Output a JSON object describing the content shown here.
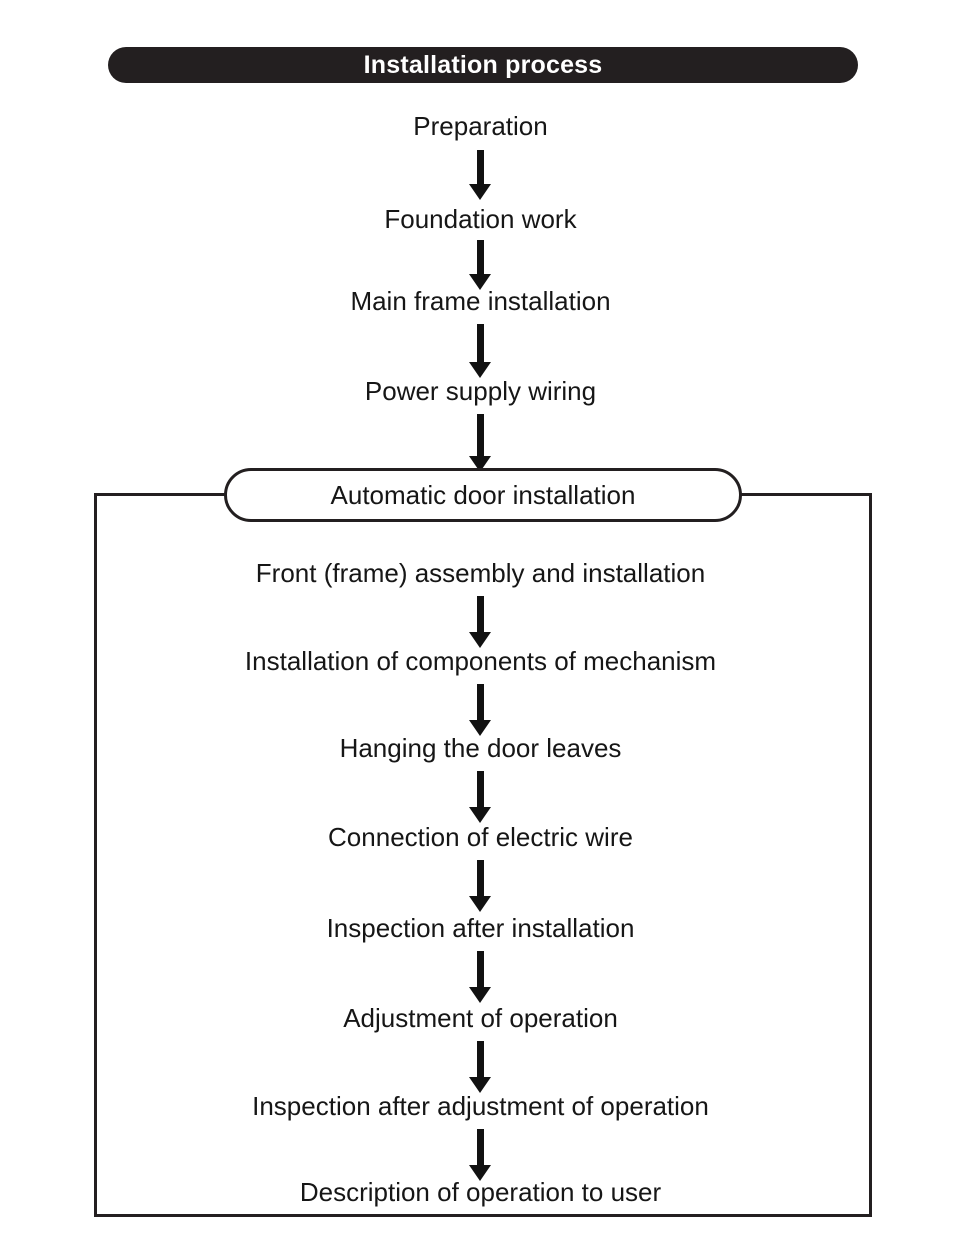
{
  "title": {
    "label": "Installation process"
  },
  "flow": {
    "outer_steps": [
      {
        "label": "Preparation"
      },
      {
        "label": "Foundation work"
      },
      {
        "label": "Main frame installation"
      },
      {
        "label": "Power supply wiring"
      }
    ],
    "group_terminator": {
      "label": "Automatic door installation"
    },
    "inner_steps": [
      {
        "label": "Front (frame) assembly and installation"
      },
      {
        "label": "Installation of components of mechanism"
      },
      {
        "label": "Hanging the door leaves"
      },
      {
        "label": "Connection of electric wire"
      },
      {
        "label": "Inspection after installation"
      },
      {
        "label": "Adjustment of operation"
      },
      {
        "label": "Inspection after adjustment of operation"
      },
      {
        "label": "Description of operation to user"
      }
    ]
  },
  "colors": {
    "banner_background": "#231f20",
    "banner_text": "#ffffff",
    "line": "#231f20",
    "arrow": "#111111",
    "text": "#161616",
    "page_background": "#ffffff"
  }
}
